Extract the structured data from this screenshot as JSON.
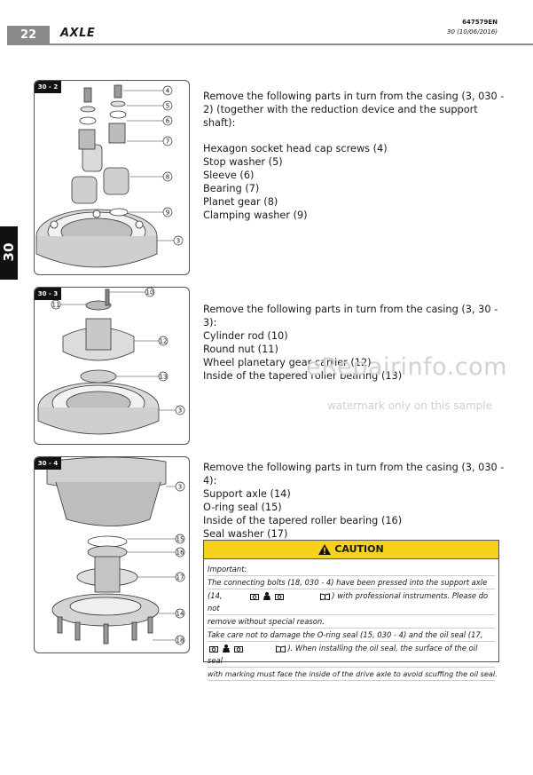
{
  "header": {
    "page_number": "22",
    "section_title": "AXLE",
    "doc_id": "647579EN",
    "doc_date": "30 (10/06/2016)"
  },
  "side_tab": {
    "label": "30"
  },
  "figures": [
    {
      "label": "30 - 2",
      "callouts": [
        "4",
        "5",
        "6",
        "7",
        "8",
        "9",
        "3"
      ]
    },
    {
      "label": "30 - 3",
      "callouts": [
        "10",
        "11",
        "12",
        "13",
        "3"
      ]
    },
    {
      "label": "30 - 4",
      "callouts": [
        "3",
        "15",
        "16",
        "17",
        "14",
        "18"
      ]
    }
  ],
  "sections": [
    {
      "lead": "Remove the following parts in turn from the casing (3, 030 - 2) (together with the reduction device and the support shaft):",
      "items": [
        "Hexagon socket head cap screws (4)",
        "Stop washer (5)",
        "Sleeve (6)",
        "Bearing (7)",
        "Planet gear (8)",
        "Clamping washer (9)"
      ]
    },
    {
      "lead": "Remove the following parts in turn from the casing (3, 30 - 3):",
      "items": [
        "Cylinder rod (10)",
        "Round nut (11)",
        "Wheel planetary gear carrier (12)",
        "Inside of the tapered roller bearing (13)"
      ]
    },
    {
      "lead": "Remove the following parts in turn from the casing (3, 030 - 4):",
      "items": [
        "Support axle (14)",
        "O-ring seal (15)",
        "Inside of the tapered roller bearing (16)",
        "Seal washer (17)"
      ]
    }
  ],
  "caution": {
    "title": "CAUTION",
    "important": "Important:",
    "p1_a": "The connecting bolts (18, 030 - 4) have been pressed into the support axle",
    "p1_b": "(14,",
    "p1_c": ") with professional instruments. Please do not",
    "p1_d": "remove without special reason.",
    "p2_a": "Take care not to damage the O-ring seal (15, 030 - 4) and the oil seal (17,",
    "p2_b": "). When installing the oil seal, the surface of the oil seal",
    "p2_c": "with marking must face the inside of the drive axle to avoid scuffing the oil seal."
  },
  "watermark": {
    "main": "eRepairinfo.com",
    "sub": "watermark only on this sample"
  },
  "colors": {
    "header_gray": "#8a8a8a",
    "caution_yellow": "#f6d21e",
    "tab_black": "#111111"
  }
}
